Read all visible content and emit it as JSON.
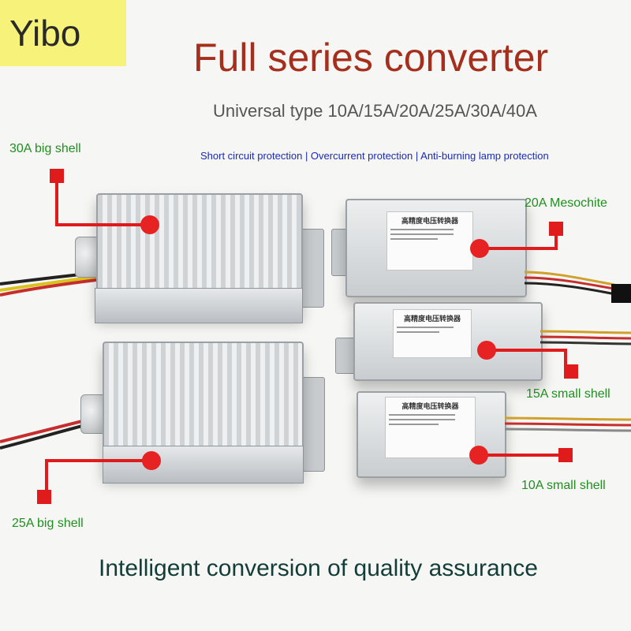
{
  "brand": "Yibo",
  "title": "Full series converter",
  "subtitle": "Universal type 10A/15A/20A/25A/30A/40A",
  "features": "Short circuit protection | Overcurrent protection | Anti-burning lamp protection",
  "footer": "Intelligent conversion of quality assurance",
  "labels": {
    "a30": "30A big shell",
    "a20": "20A Mesochite",
    "a15": "15A small shell",
    "a25": "25A big shell",
    "a10": "10A small shell"
  },
  "sticker_text": "高精度电压转换器",
  "colors": {
    "title": "#a52f1c",
    "labels": "#1f8f1f",
    "features": "#1a2bb8",
    "footer": "#133d38",
    "badge": "#f6f27a",
    "marker": "#e01b1b"
  }
}
